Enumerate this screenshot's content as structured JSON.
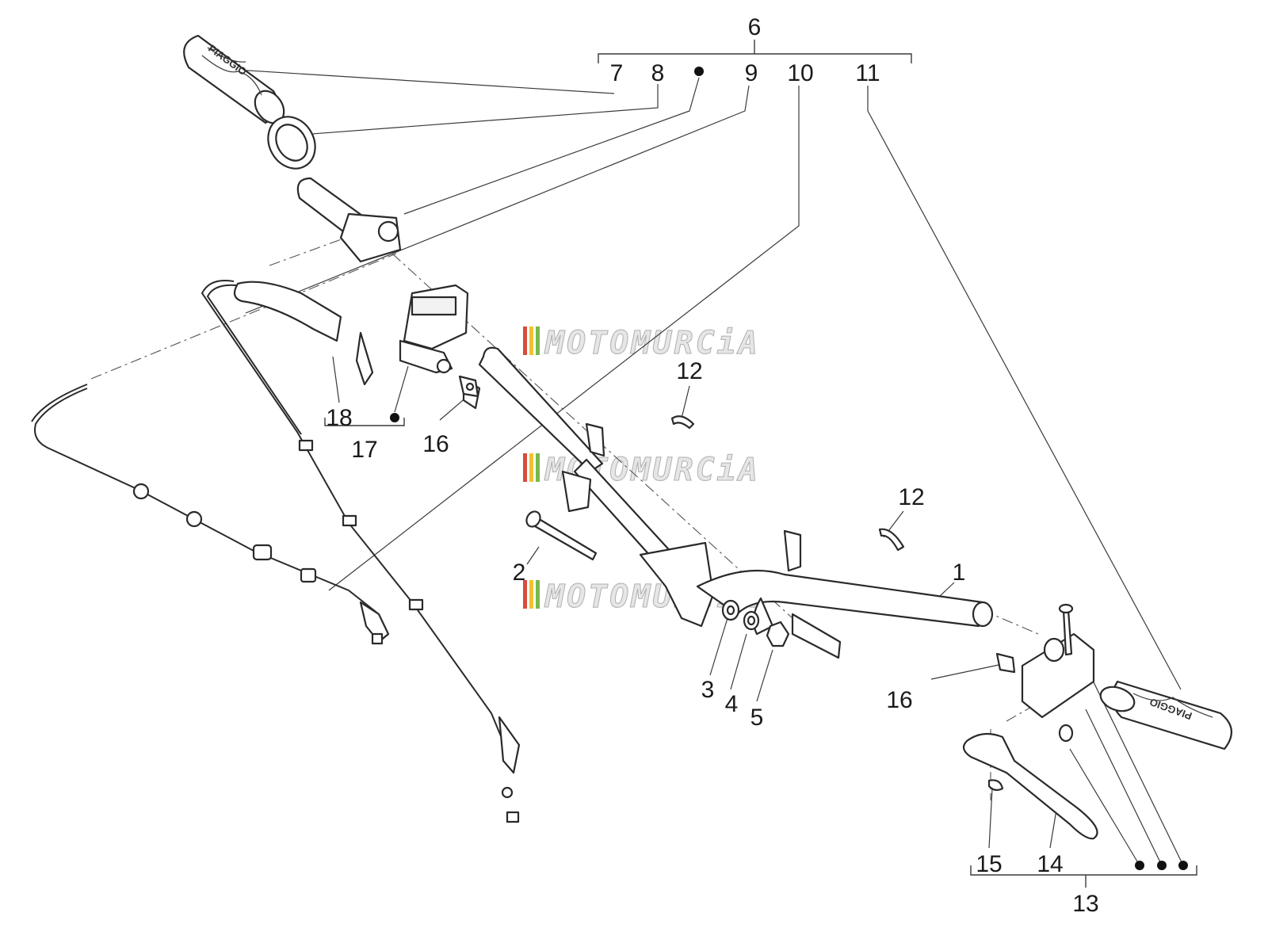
{
  "diagram": {
    "watermark": "MOTOMURCiA",
    "grip_logo": "PIAGGIO",
    "watermark_colors": [
      "#d94b3d",
      "#f2c12e",
      "#79b84a"
    ],
    "labels": {
      "p1": "1",
      "p2": "2",
      "p3": "3",
      "p4": "4",
      "p5": "5",
      "p6": "6",
      "p7": "7",
      "p8": "8",
      "p9": "9",
      "p10": "10",
      "p11": "11",
      "p12a": "12",
      "p12b": "12",
      "p13": "13",
      "p14": "14",
      "p15": "15",
      "p16a": "16",
      "p16b": "16",
      "p17": "17",
      "p18": "18"
    }
  }
}
